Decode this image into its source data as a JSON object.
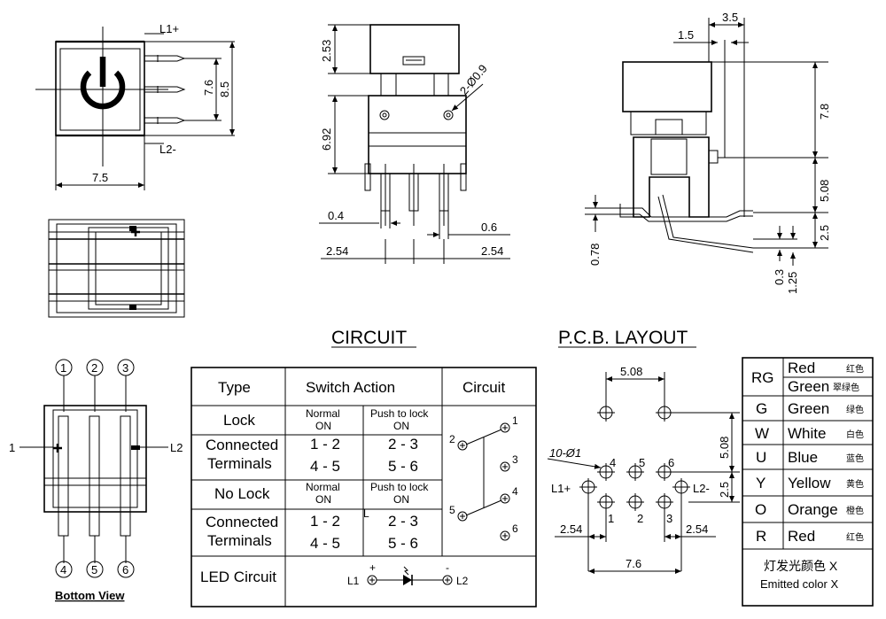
{
  "front_view": {
    "l1_label": "L1+",
    "l2_label": "L2-",
    "dim_width": "7.5",
    "dim_pin_span": "7.6",
    "dim_height": "8.5"
  },
  "side_view": {
    "dim_cap": "2.53",
    "dim_body": "6.92",
    "dim_hole": "2-Ø0.9",
    "dim_pin_width": "0.4",
    "dim_pin_thick": "0.6",
    "dim_pitch_left": "2.54",
    "dim_pitch_right": "2.54"
  },
  "right_view": {
    "dim_35": "3.5",
    "dim_15": "1.5",
    "dim_78": "7.8",
    "dim_508": "5.08",
    "dim_25": "2.5",
    "dim_078": "0.78",
    "dim_03": "0.3",
    "dim_125": "1.25"
  },
  "bottom_view": {
    "caption": "Bottom View",
    "left_label": "1",
    "right_label": "L2",
    "top_pins": [
      "1",
      "2",
      "3"
    ],
    "bottom_pins": [
      "4",
      "5",
      "6"
    ]
  },
  "circuit": {
    "heading": "CIRCUIT",
    "header_type": "Type",
    "header_action": "Switch Action",
    "header_circuit": "Circuit",
    "lock": "Lock",
    "normal": "Normal",
    "on": "ON",
    "push_to_lock": "Push to lock",
    "connected": "Connected",
    "terminals": "Terminals",
    "pair_12": "1 - 2",
    "pair_45": "4 - 5",
    "pair_23": "2 - 3",
    "pair_56": "5 - 6",
    "no_lock": "No Lock",
    "led_circuit": "LED Circuit",
    "led_l1": "L1",
    "led_l2": "L2",
    "plus": "+",
    "minus": "-",
    "stray_l": "L",
    "node_1": "1",
    "node_2": "2",
    "node_3": "3",
    "node_4": "4",
    "node_5": "5",
    "node_6": "6"
  },
  "pcb": {
    "heading": "P.C.B. LAYOUT",
    "dim_top": "5.08",
    "dim_right_508": "5.08",
    "dim_right_25": "2.5",
    "hole_note": "10-Ø1",
    "l1": "L1+",
    "l2": "L2-",
    "pins_top": [
      "4",
      "5",
      "6"
    ],
    "pins_bottom": [
      "1",
      "2",
      "3"
    ],
    "dim_left_254": "2.54",
    "dim_right_254": "2.54",
    "dim_76": "7.6"
  },
  "colors": {
    "rows": [
      {
        "code": "RG",
        "en": "Red",
        "cn": "红色",
        "en2": "Green",
        "cn2": "翠绿色"
      },
      {
        "code": "G",
        "en": "Green",
        "cn": "绿色"
      },
      {
        "code": "W",
        "en": "White",
        "cn": "白色"
      },
      {
        "code": "U",
        "en": "Blue",
        "cn": "蓝色"
      },
      {
        "code": "Y",
        "en": "Yellow",
        "cn": "黄色"
      },
      {
        "code": "O",
        "en": "Orange",
        "cn": "橙色"
      },
      {
        "code": "R",
        "en": "Red",
        "cn": "红色"
      }
    ],
    "footer_cn": "灯发光颜色  X",
    "footer_en": "Emitted color X"
  }
}
